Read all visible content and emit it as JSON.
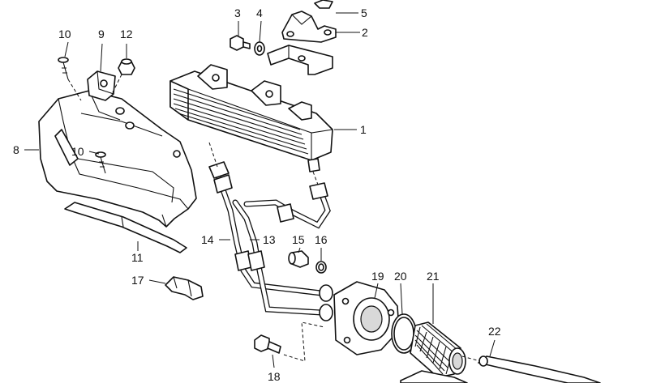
{
  "diagram": {
    "labels": {
      "p1": "1",
      "p2": "2",
      "p3": "3",
      "p4": "4",
      "p5": "5",
      "p8": "8",
      "p9": "9",
      "p10a": "10",
      "p10b": "10",
      "p11": "11",
      "p12": "12",
      "p13": "13",
      "p14": "14",
      "p15": "15",
      "p16": "16",
      "p17": "17",
      "p18": "18",
      "p19": "19",
      "p20": "20",
      "p21": "21",
      "p22": "22"
    }
  }
}
